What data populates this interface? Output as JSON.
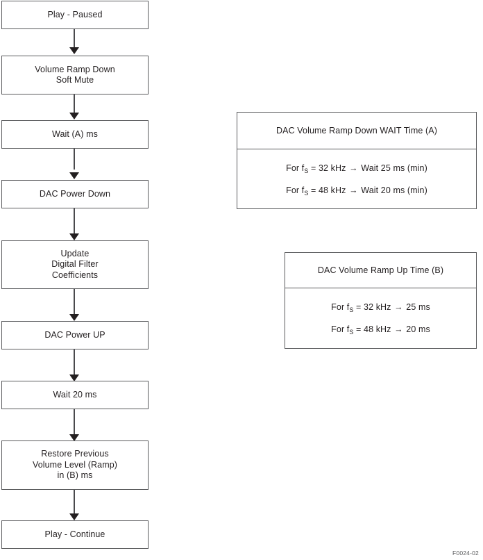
{
  "figure": {
    "id_label": "F0024-02"
  },
  "flow": {
    "nodes": [
      {
        "name": "play-paused",
        "text": "Play - Paused"
      },
      {
        "name": "volume-ramp-down",
        "text": "Volume Ramp Down\nSoft Mute"
      },
      {
        "name": "wait-a-ms",
        "text": "Wait (A) ms"
      },
      {
        "name": "dac-power-down",
        "text": "DAC Power Down"
      },
      {
        "name": "update-filter",
        "text": "Update\nDigital Filter\nCoefficients"
      },
      {
        "name": "dac-power-up",
        "text": "DAC Power UP"
      },
      {
        "name": "wait-20-ms",
        "text": "Wait 20 ms"
      },
      {
        "name": "restore-volume",
        "text": "Restore Previous\nVolume Level (Ramp)\nin (B) ms"
      },
      {
        "name": "play-continue",
        "text": "Play - Continue"
      }
    ]
  },
  "tables": [
    {
      "name": "dac-volume-ramp-down-wait-time",
      "header": "DAC Volume Ramp Down WAIT Time (A)",
      "rows": [
        {
          "prefix": "For f",
          "sub": "S",
          "cond": " = 32 kHz ",
          "arrow": "→",
          "result": " Wait 25 ms (min)"
        },
        {
          "prefix": "For f",
          "sub": "S",
          "cond": " = 48 kHz ",
          "arrow": "→",
          "result": " Wait 20 ms (min)"
        }
      ]
    },
    {
      "name": "dac-volume-ramp-up-time",
      "header": "DAC Volume Ramp Up Time (B)",
      "rows": [
        {
          "prefix": "For f",
          "sub": "S",
          "cond": " = 32 kHz ",
          "arrow": "→",
          "result": " 25 ms"
        },
        {
          "prefix": "For f",
          "sub": "S",
          "cond": " = 48 kHz ",
          "arrow": "→",
          "result": " 20 ms"
        }
      ]
    }
  ],
  "colors": {
    "box_border": "#58595b",
    "text": "#231f20",
    "connector": "#4a4a4d",
    "background": "#ffffff"
  }
}
